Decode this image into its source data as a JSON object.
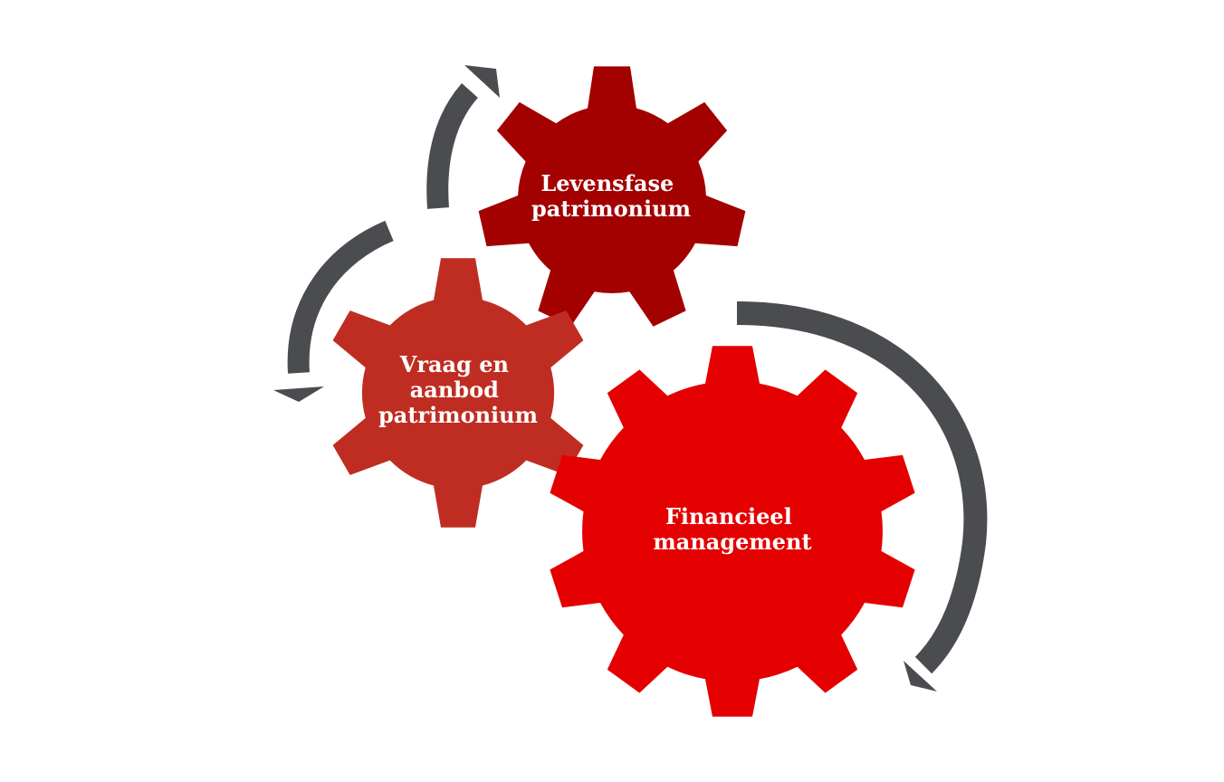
{
  "gears": [
    {
      "id": "levensfase",
      "label_lines": [
        "Levensfase",
        "patrimonium"
      ],
      "color": "#A30000"
    },
    {
      "id": "vraag-aanbod",
      "label_lines": [
        "Vraag en",
        "aanbod",
        "patrimonium"
      ],
      "color": "#BF2D22"
    },
    {
      "id": "financieel",
      "label_lines": [
        "Financieel",
        "management"
      ],
      "color": "#E40000"
    }
  ],
  "arrow_color": "#4B4C4F"
}
